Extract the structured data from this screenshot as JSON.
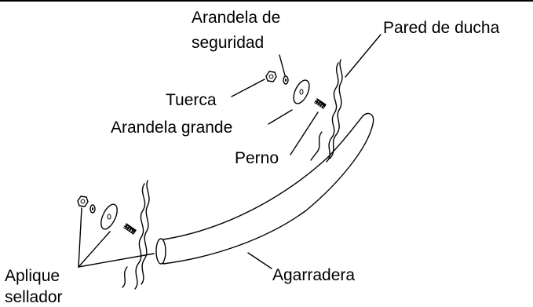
{
  "labels": {
    "lock_washer_line1": "Arandela de",
    "lock_washer_line2": "seguridad",
    "shower_wall": "Pared de ducha",
    "nut": "Tuerca",
    "large_washer": "Arandela grande",
    "bolt": "Perno",
    "sealant_line1": "Aplique",
    "sealant_line2": "sellador",
    "grab_bar": "Agarradera"
  }
}
